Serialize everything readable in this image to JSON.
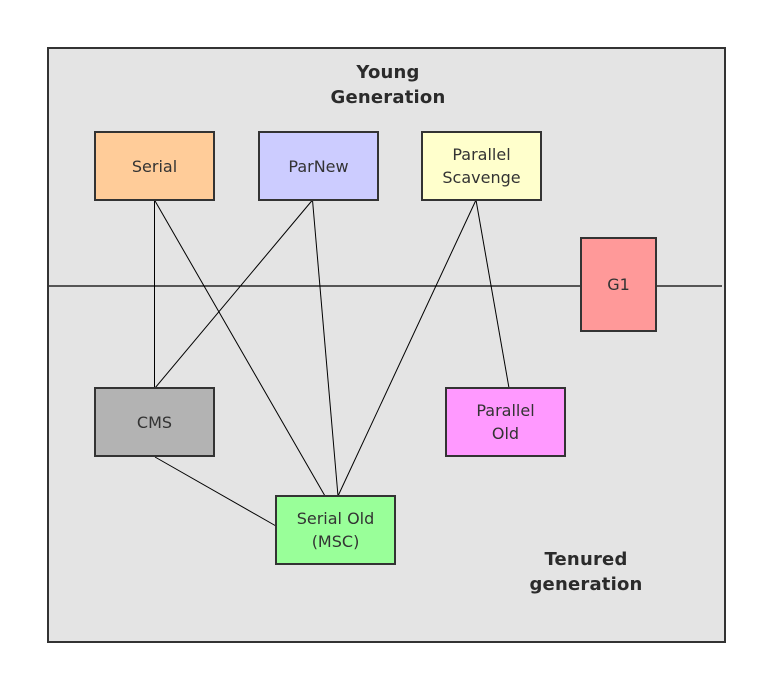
{
  "diagram": {
    "title_young": "Young\nGeneration",
    "title_tenured": "Tenured\ngeneration",
    "frame_color": "#e4e4e4",
    "nodes": {
      "serial": {
        "label": "Serial",
        "color": "#ffcc99",
        "generation": "young"
      },
      "parnew": {
        "label": "ParNew",
        "color": "#ccccff",
        "generation": "young"
      },
      "parallel_scavenge": {
        "label": "Parallel\nScavenge",
        "color": "#ffffcc",
        "generation": "young"
      },
      "g1": {
        "label": "G1",
        "color": "#ff9999",
        "generation": "both"
      },
      "cms": {
        "label": "CMS",
        "color": "#b3b3b3",
        "generation": "tenured"
      },
      "parallel_old": {
        "label": "Parallel\nOld",
        "color": "#ff99ff",
        "generation": "tenured"
      },
      "serial_old": {
        "label": "Serial Old\n(MSC)",
        "color": "#99ff99",
        "generation": "tenured"
      }
    },
    "edges": [
      {
        "from": "serial",
        "to": "cms"
      },
      {
        "from": "serial",
        "to": "serial_old"
      },
      {
        "from": "parnew",
        "to": "cms"
      },
      {
        "from": "parnew",
        "to": "serial_old"
      },
      {
        "from": "parallel_scavenge",
        "to": "serial_old"
      },
      {
        "from": "parallel_scavenge",
        "to": "parallel_old"
      },
      {
        "from": "cms",
        "to": "serial_old"
      }
    ]
  }
}
